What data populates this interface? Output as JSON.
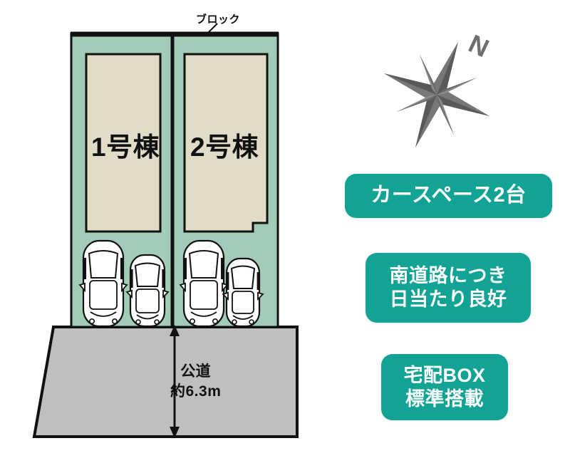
{
  "diagram": {
    "type": "site-plan",
    "title_labels": {
      "block_note": "ブロック",
      "building_1": "1号棟",
      "building_2": "2号棟"
    },
    "road": {
      "name": "公道",
      "width_label": "約6.3m",
      "position": "south"
    },
    "compass": {
      "north_letter": "N",
      "icon": "compass-rose-icon"
    },
    "lots": [
      {
        "id": "lot-1",
        "label": "1号棟",
        "car_count": 2,
        "cars": [
          {
            "size": "large",
            "name": "car-large"
          },
          {
            "size": "small",
            "name": "car-small"
          }
        ]
      },
      {
        "id": "lot-2",
        "label": "2号棟",
        "car_count": 2,
        "cars": [
          {
            "size": "large",
            "name": "car-large"
          },
          {
            "size": "small",
            "name": "car-small"
          }
        ]
      }
    ],
    "badges": [
      {
        "id": "carspace",
        "lines": [
          "カースペース2台"
        ]
      },
      {
        "id": "sunlight",
        "lines": [
          "南道路につき",
          "日当たり良好"
        ]
      },
      {
        "id": "delivery",
        "lines": [
          "宅配BOX",
          "標準搭載"
        ]
      }
    ],
    "badge_carspace_line1": "カースペース2台",
    "badge_sun_line1": "南道路につき",
    "badge_sun_line2": "日当たり良好",
    "badge_delivery_line1": "宅配BOX",
    "badge_delivery_line2": "標準搭載"
  },
  "colors": {
    "plot_green": "#a3ccb8",
    "building_beige": "#e0dcc8",
    "road_gray": "#bfbfbf",
    "badge_teal": "#13a394",
    "outline_black": "#111111",
    "compass_gray": "#737373"
  }
}
